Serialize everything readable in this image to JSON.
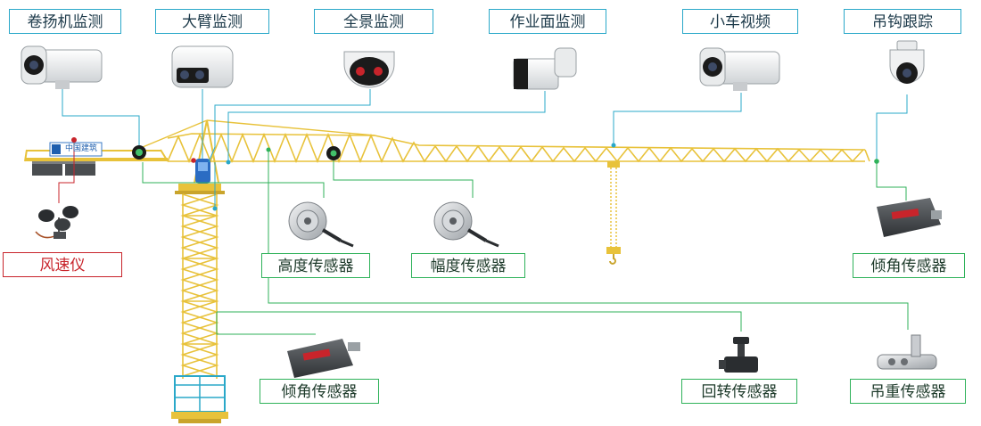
{
  "cameras": {
    "winch": "卷扬机监测",
    "boom": "大臂监测",
    "panorama": "全景监测",
    "work_face": "作业面监测",
    "trolley": "小车视频",
    "hook": "吊钩跟踪"
  },
  "sensors": {
    "wind": "风速仪",
    "height": "高度传感器",
    "amplitude": "幅度传感器",
    "tilt_jib": "倾角传感器",
    "tilt_tower": "倾角传感器",
    "slewing": "回转传感器",
    "load": "吊重传感器"
  },
  "crane": {
    "brand": "中国建筑"
  },
  "colors": {
    "camera_line": "#2aa8c9",
    "sensor_line": "#2fb25a",
    "wind_line": "#c8242b",
    "crane": "#e8c23a"
  }
}
